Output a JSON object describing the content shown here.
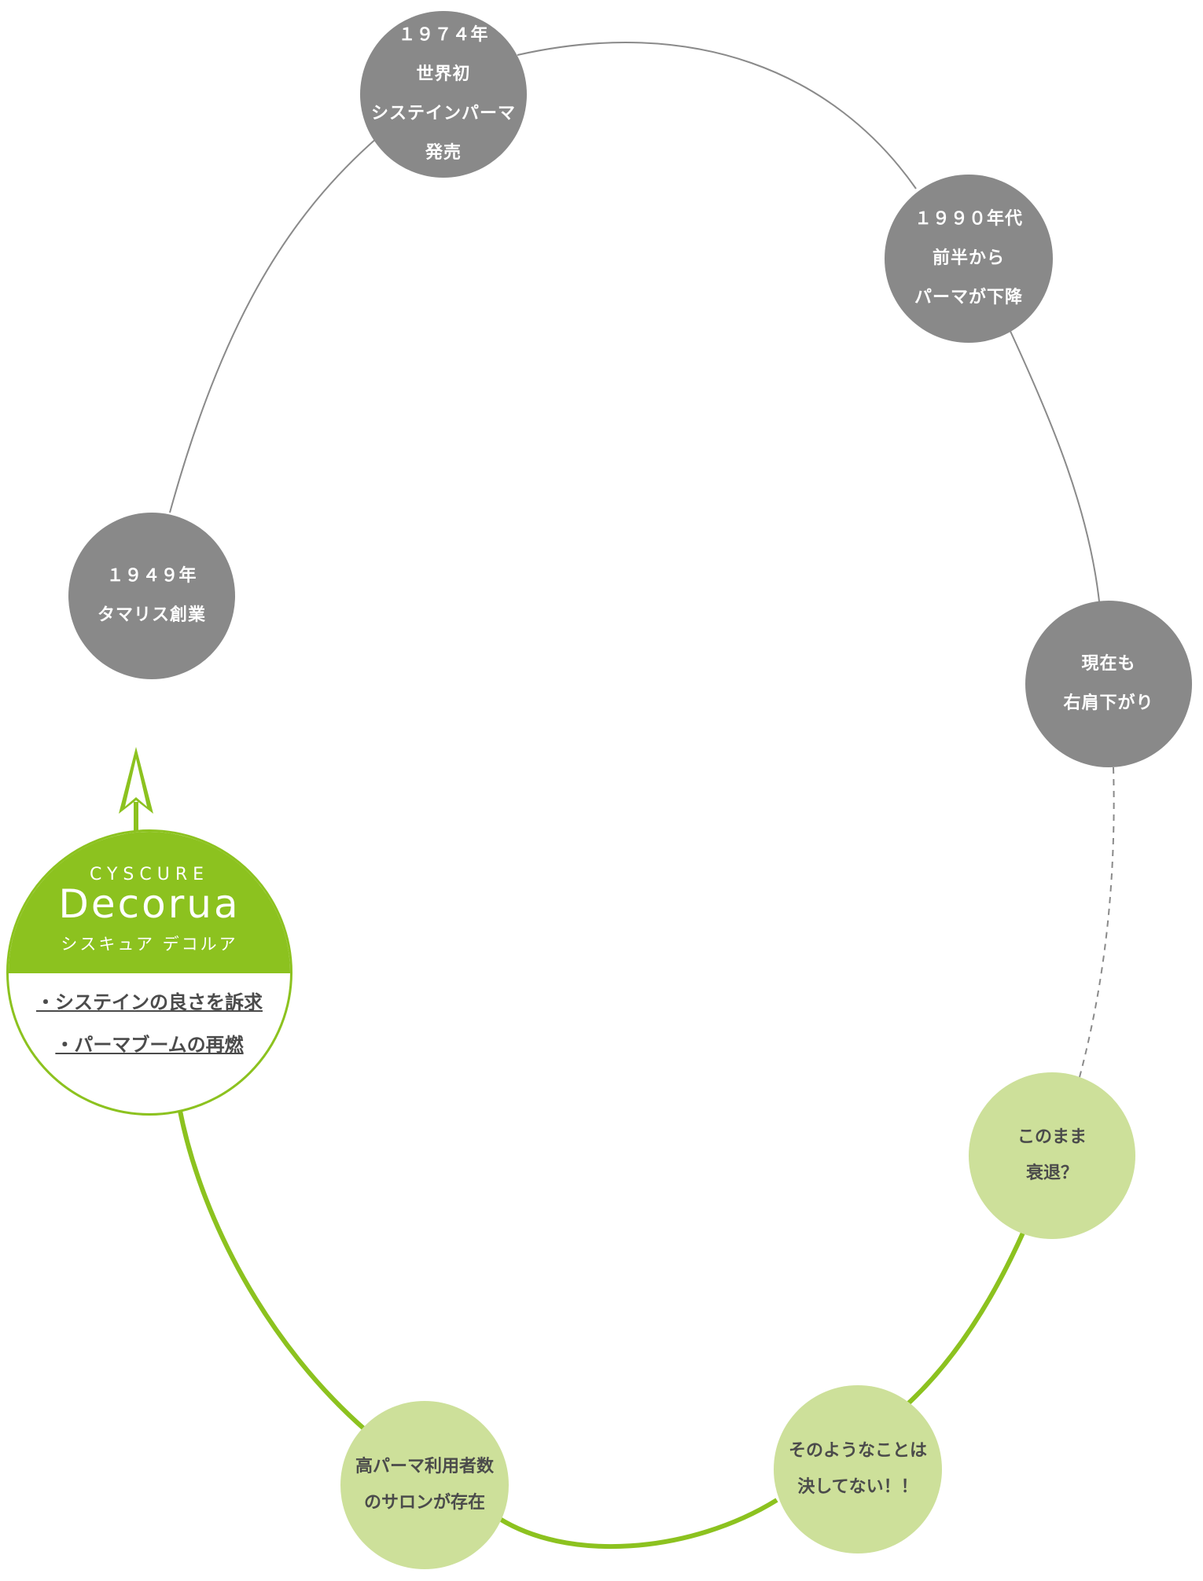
{
  "colors": {
    "gray_node": "#898989",
    "green_node": "#cde09a",
    "accent_green": "#8cc21f",
    "thin_line": "#8a8a8a",
    "text_dark": "#4b4b4b"
  },
  "nodes": {
    "n1949": {
      "lines": [
        "１９４９年",
        "タマリス創業"
      ]
    },
    "n1974": {
      "lines": [
        "１９７４年",
        "世界初",
        "システインパーマ",
        "発売"
      ]
    },
    "n1990": {
      "lines": [
        "１９９０年代",
        "前半から",
        "パーマが下降"
      ]
    },
    "now": {
      "lines": [
        "現在も",
        "右肩下がり"
      ]
    },
    "decline": {
      "lines": [
        "このまま",
        "衰退？"
      ]
    },
    "never": {
      "lines": [
        "そのようなことは",
        "決してない！！"
      ]
    },
    "high": {
      "lines": [
        "高パーマ利用者数",
        "のサロンが存在"
      ]
    }
  },
  "product": {
    "brand_top": "CYSCURE",
    "brand_name": "Decorua",
    "brand_kana": "シスキュア デコルア",
    "points": [
      "・システインの良さを訴求",
      "・パーマブームの再燃"
    ]
  }
}
